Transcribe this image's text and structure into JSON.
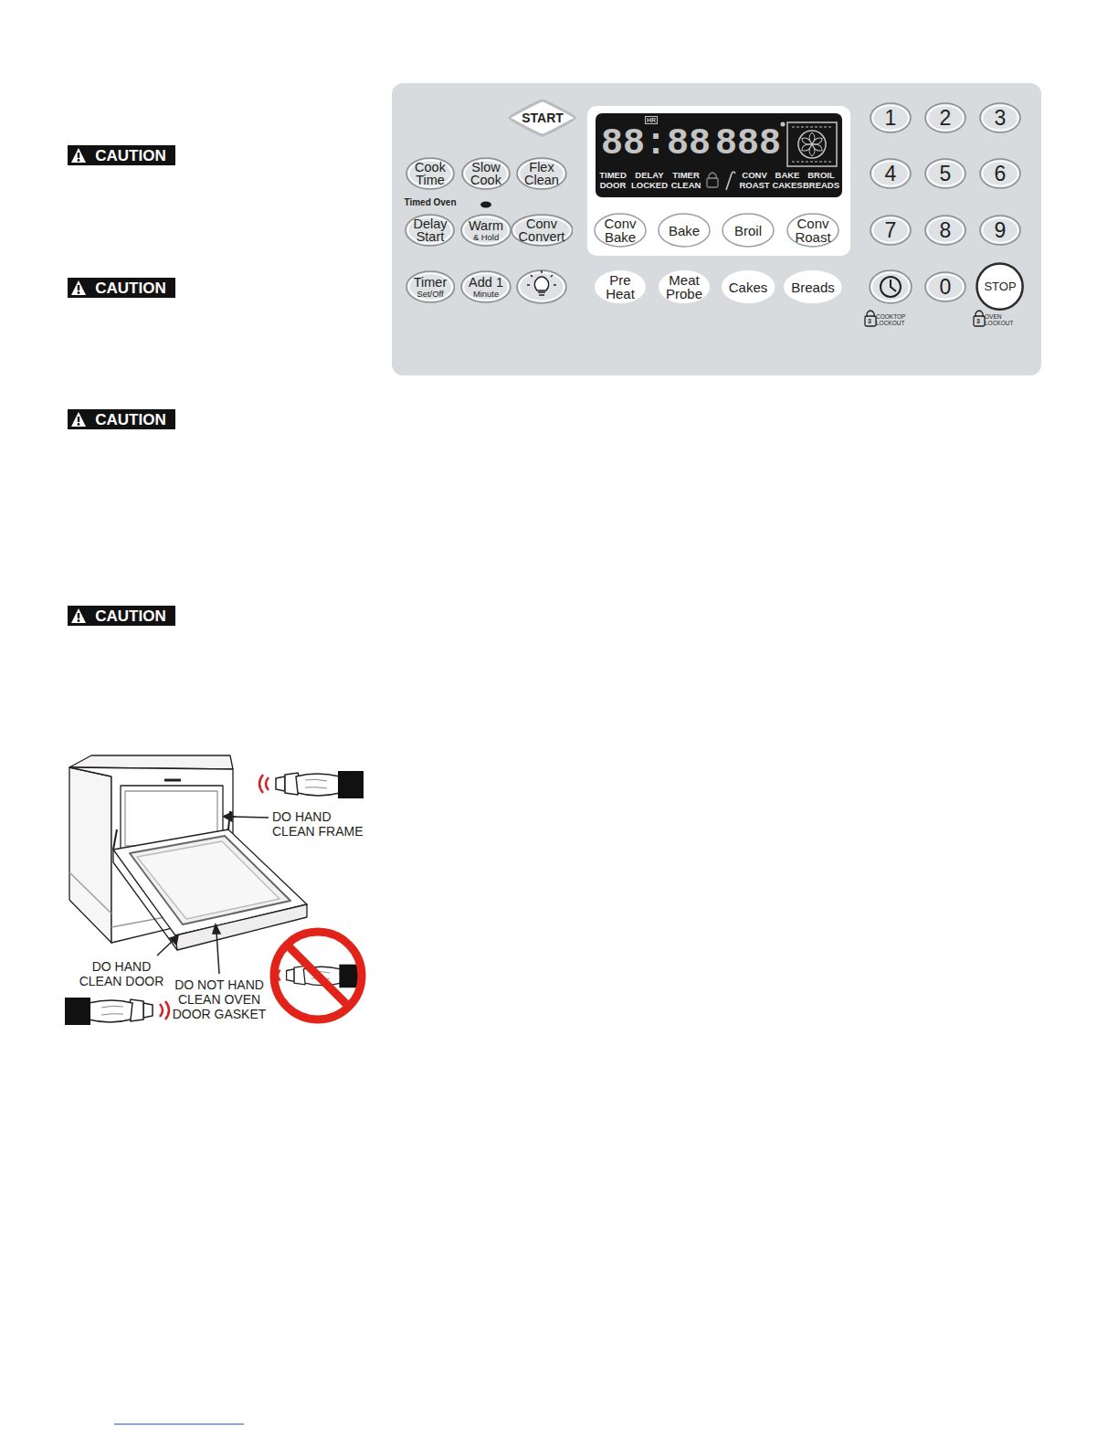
{
  "diagram": {
    "nodes": [
      {
        "text": [
          "CAUTION"
        ]
      },
      {
        "text": [
          "CAUTION"
        ]
      },
      {
        "text": [
          "CAUTION"
        ]
      },
      {
        "text": [
          "CAUTION"
        ]
      },
      {
        "text": [
          "START"
        ]
      },
      {
        "text": [
          "Cook Time"
        ]
      },
      {
        "text": [
          "Slow Cook"
        ]
      },
      {
        "text": [
          "Flex Clean"
        ]
      },
      {
        "text": [
          "88:88",
          "HR",
          "888",
          "TIMED DOOR",
          "DELAY LOCKED",
          "TIMER CLEAN",
          "CONV ROAST",
          "BAKE CAKES",
          "BROIL BREADS"
        ]
      },
      {
        "text": [
          "1"
        ]
      },
      {
        "text": [
          "2"
        ]
      },
      {
        "text": [
          "3"
        ]
      },
      {
        "text": [
          "4"
        ]
      },
      {
        "text": [
          "5"
        ]
      },
      {
        "text": [
          "6"
        ]
      },
      {
        "text": [
          "Delay Start"
        ]
      },
      {
        "text": [
          "Warm",
          "& Hold"
        ]
      },
      {
        "text": [
          "Conv Convert"
        ]
      },
      {
        "text": [
          "Conv Bake"
        ]
      },
      {
        "text": [
          "Bake"
        ]
      },
      {
        "text": [
          "Broil"
        ]
      },
      {
        "text": [
          "Conv Roast"
        ]
      },
      {
        "text": [
          "7"
        ]
      },
      {
        "text": [
          "8"
        ]
      },
      {
        "text": [
          "9"
        ]
      },
      {
        "text": [
          "Timer",
          "Set/Off"
        ]
      },
      {
        "text": [
          "Add 1",
          "Minute"
        ]
      },
      {
        "text": [
          "Pre Heat"
        ]
      },
      {
        "text": [
          "Meat Probe"
        ]
      },
      {
        "text": [
          "Cakes"
        ]
      },
      {
        "text": [
          "Breads"
        ]
      },
      {
        "text": [
          "0"
        ]
      },
      {
        "text": [
          "STOP"
        ]
      }
    ],
    "labels": [
      "Timed Oven",
      "3",
      "COOKTOP LOCKOUT",
      "3",
      "OVEN LOCKOUT",
      "DO HAND CLEAN FRAME",
      "DO HAND CLEAN DOOR",
      "DO NOT HAND CLEAN OVEN DOOR GASKET"
    ]
  }
}
